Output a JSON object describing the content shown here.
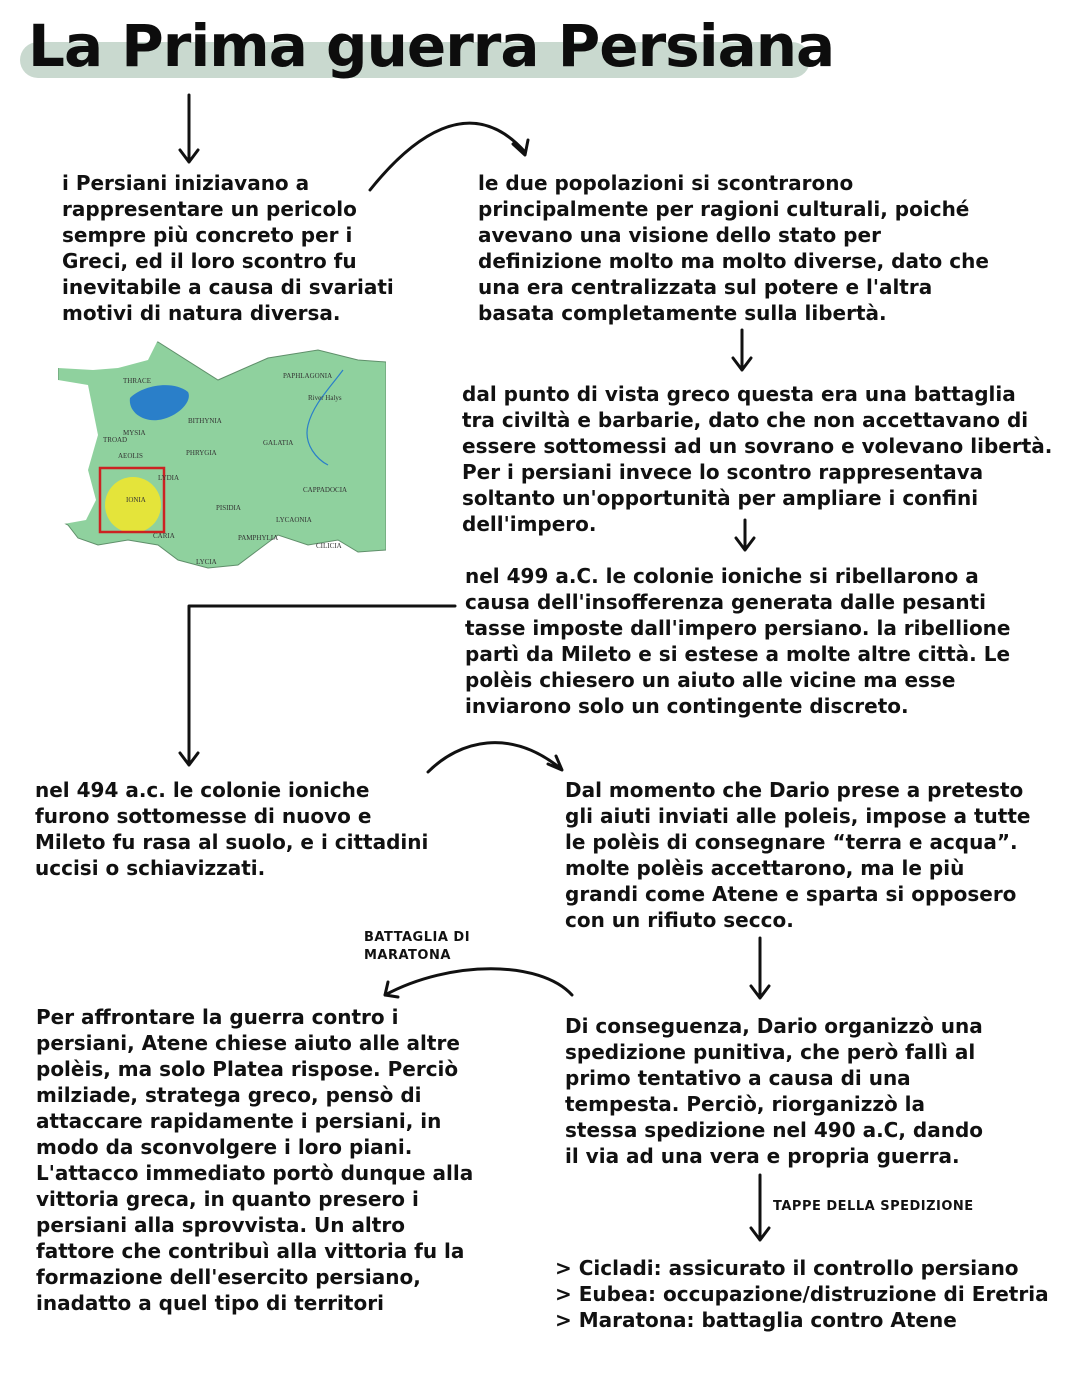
{
  "title": "La Prima guerra Persiana",
  "blocks": {
    "intro": "i Persiani iniziavano a rappresentare un pericolo sempre più concreto per i Greci, ed il loro scontro fu inevitabile a causa di svariati motivi di natura diversa.",
    "culture": "le due popolazioni si scontrarono principalmente per ragioni culturali, poiché avevano una visione dello stato per definizione molto ma molto diverse, dato che una era centralizzata sul potere e l'altra basata completamente sulla libertà.",
    "greek_view": "dal punto di vista greco questa era una battaglia tra civiltà e barbarie, dato che non accettavano di essere sottomessi ad un sovrano e volevano libertà. Per i persiani invece lo scontro rappresentava soltanto un'opportunità per ampliare i confini dell'impero.",
    "revolt_499": "nel 499 a.C. le colonie ioniche si ribellarono a causa dell'insofferenza generata dalle pesanti tasse imposte dall'impero persiano. la ribellione partì da Mileto e si estese a molte altre città. Le polèis chiesero un aiuto alle vicine ma esse inviarono solo un contingente discreto.",
    "submission_494": "nel 494 a.c. le colonie ioniche furono sottomesse di nuovo e Mileto fu rasa al suolo, e i cittadini uccisi o schiavizzati.",
    "dario_pretext": "Dal momento che Dario prese a pretesto gli aiuti inviati alle poleis, impose a tutte le polèis di consegnare “terra e acqua”. molte polèis accettarono, ma le più grandi come Atene e sparta si opposero con un rifiuto secco.",
    "marathon": "Per affrontare la guerra contro i persiani, Atene chiese aiuto alle altre polèis, ma solo Platea rispose. Perciò milziade, stratega greco, pensò di attaccare rapidamente i persiani, in modo da sconvolgere i loro piani. L'attacco immediato portò dunque alla vittoria greca, in quanto presero i persiani alla sprovvista. Un altro fattore che contribuì alla vittoria fu la formazione dell'esercito persiano, inadatto a quel tipo di territori",
    "expedition": "Di conseguenza, Dario organizzò una spedizione punitiva, che però fallì al primo tentativo a causa di una tempesta. Perciò, riorganizzò la stessa spedizione nel 490 a.C, dando il via ad una vera e propria guerra."
  },
  "labels": {
    "battle": "BATTAGLIA DI MARATONA",
    "steps_title": "TAPPE DELLA SPEDIZIONE"
  },
  "steps": [
    "Cicladi: assicurato il controllo persiano",
    "Eubea: occupazione/distruzione di Eretria",
    "Maratona: battaglia contro Atene"
  ],
  "map": {
    "regions": [
      "THRACE",
      "PAPHLAGONIA",
      "River Halys",
      "BITHYNIA",
      "MYSIA",
      "TROAD",
      "AEOLIS",
      "PHRYGIA",
      "GALATIA",
      "LYDIA",
      "IONIA",
      "CAPPADOCIA",
      "PISIDIA",
      "LYCAONIA",
      "CARIA",
      "PAMPHYLIA",
      "CILICIA",
      "LYCIA"
    ],
    "colors": {
      "land": "#8fd19e",
      "sea": "#2a7fc9",
      "highlight": "#e4e43a",
      "frame": "#cc2222"
    }
  }
}
